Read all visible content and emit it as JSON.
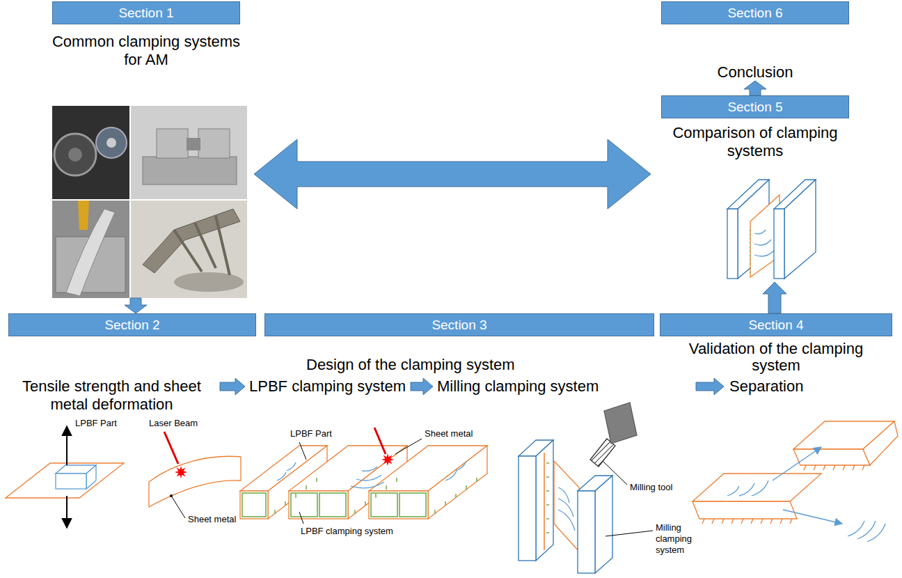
{
  "diagram": {
    "nodes": [
      {
        "text": [
          "Section 1",
          "Common clamping systems for AM"
        ]
      },
      {
        "text": [
          "Section 6",
          "Conclusion"
        ]
      },
      {
        "text": [
          "Section 5",
          "Comparison of clamping systems"
        ]
      },
      {
        "text": [
          "Section 2"
        ]
      },
      {
        "text": [
          "Section 3",
          "Design of the clamping system"
        ]
      },
      {
        "text": [
          "Section 4",
          "Validation of the clamping system"
        ]
      }
    ],
    "edges": [
      {
        "from": 0,
        "to": 2,
        "arrow": "both"
      },
      {
        "from": 0,
        "to": 3,
        "arrow": "to"
      },
      {
        "from": 2,
        "to": 1,
        "arrow": "to"
      },
      {
        "from": 5,
        "to": 2,
        "arrow": "to"
      }
    ],
    "labels": [
      "Tensile strength and sheet metal deformation",
      "LPBF clamping system",
      "Milling clamping system",
      "Separation",
      "LPBF Part",
      "Laser Beam",
      "Sheet metal",
      "LPBF Part",
      "Sheet metal",
      "LPBF clamping system",
      "Milling tool",
      "Milling clamping system"
    ]
  }
}
